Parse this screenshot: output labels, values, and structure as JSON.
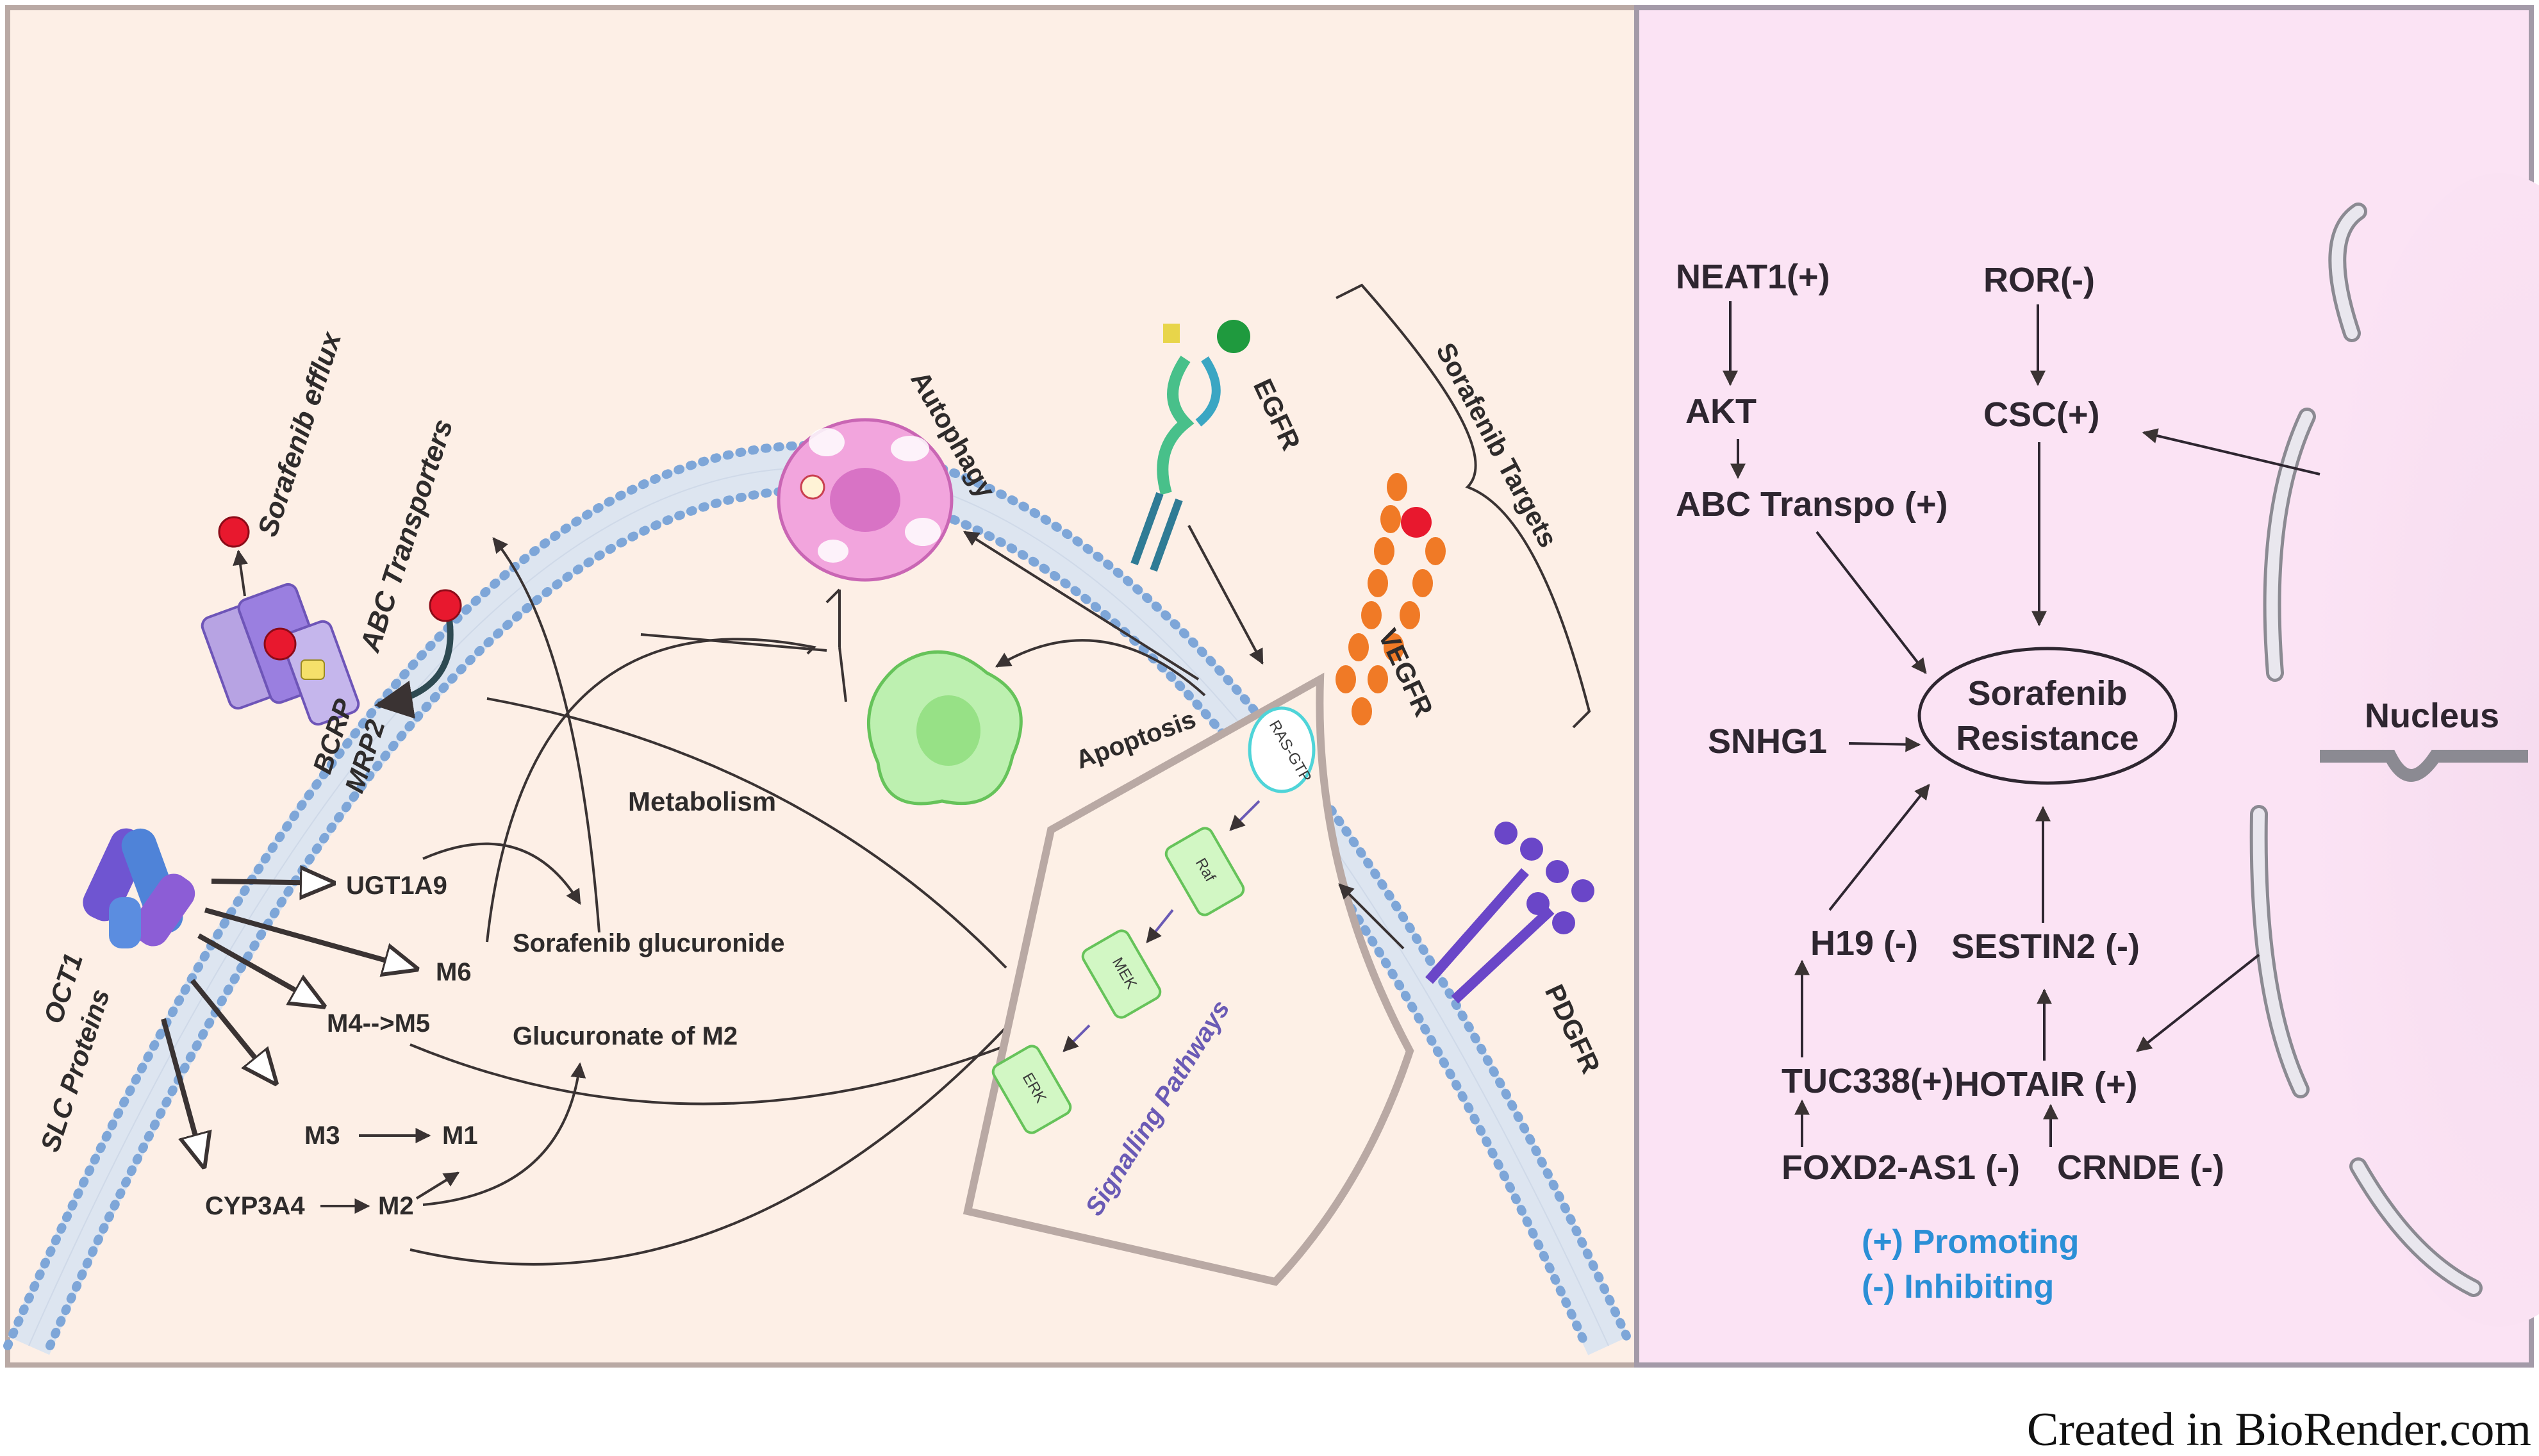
{
  "left_panel": {
    "sorafenib_efflux": "Sorafenib efflux",
    "abc_transporters": "ABC Transporters",
    "bcrp": "BCRP",
    "mrp2": "MRP2",
    "oct1": "OCT1",
    "slc_proteins": "SLC Proteins",
    "metabolism": "Metabolism",
    "ugt1a9": "UGT1A9",
    "sorafenib_glucuronide": "Sorafenib glucuronide",
    "m6": "M6",
    "m4_m5": "M4-->M5",
    "glucuronate_m2": "Glucuronate of M2",
    "m3": "M3",
    "m1": "M1",
    "cyp3a4": "CYP3A4",
    "m2": "M2",
    "autophagy": "Autophagy",
    "apoptosis": "Apoptosis",
    "egfr": "EGFR",
    "vegfr": "VEGFR",
    "pdgfr": "PDGFR",
    "sorafenib_targets": "Sorafenib Targets",
    "ras_gtp": "RAS-GTP",
    "raf": "Raf",
    "mek": "MEK",
    "erk": "ERK",
    "signalling_pathways": "Signalling Pathways"
  },
  "right_panel": {
    "neat1": "NEAT1(+)",
    "ror": "ROR(-)",
    "akt": "AKT",
    "csc": "CSC(+)",
    "abc_transpo": "ABC  Transpo (+)",
    "sorafenib": "Sorafenib",
    "resistance": "Resistance",
    "snhg1": "SNHG1",
    "h19": "H19 (-)",
    "sestin2": "SESTIN2 (-)",
    "tuc338": "TUC338(+)",
    "hotair": "HOTAIR (+)",
    "foxd2": "FOXD2-AS1  (-)",
    "crnde": "CRNDE (-)",
    "nucleus": "Nucleus",
    "legend_promoting": "(+) Promoting",
    "legend_inhibiting": "(-) Inhibiting"
  },
  "credit": "Created in BioRender.com",
  "colors": {
    "left_bg": "#fdefe6",
    "right_bg": "#fbe3f4",
    "membrane_head": "#7ea6d8",
    "legend_blue": "#2b8fd6",
    "text_dark": "#2e2b2b"
  }
}
